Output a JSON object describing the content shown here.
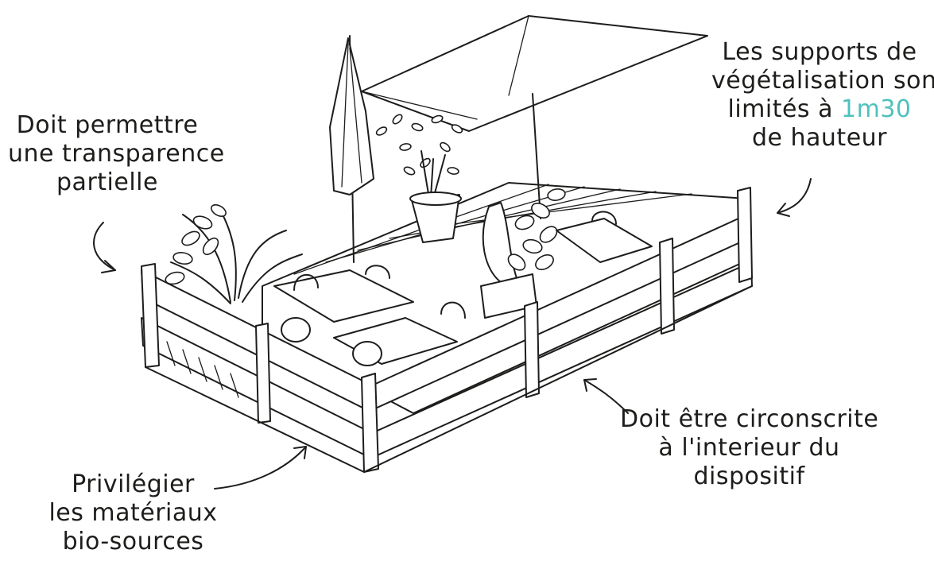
{
  "annotations": {
    "transparence": {
      "line1": "Doit permettre",
      "line2": "une transparence",
      "line3": "partielle"
    },
    "vegetalisation": {
      "line1": "Les supports de",
      "line2": "végétalisation sont",
      "line3_prefix": "limités à ",
      "line3_value": "1m30",
      "line4": "de hauteur"
    },
    "circonscrite": {
      "line1": "Doit être circonscrite",
      "line2": "à l'interieur du",
      "line3": "dispositif"
    },
    "materiaux": {
      "line1": "Privilégier",
      "line2": "les matériaux",
      "line3": "bio-sources"
    }
  },
  "colors": {
    "ink": "#1d1d1b",
    "accent": "#4fc1bd",
    "background": "#ffffff"
  }
}
